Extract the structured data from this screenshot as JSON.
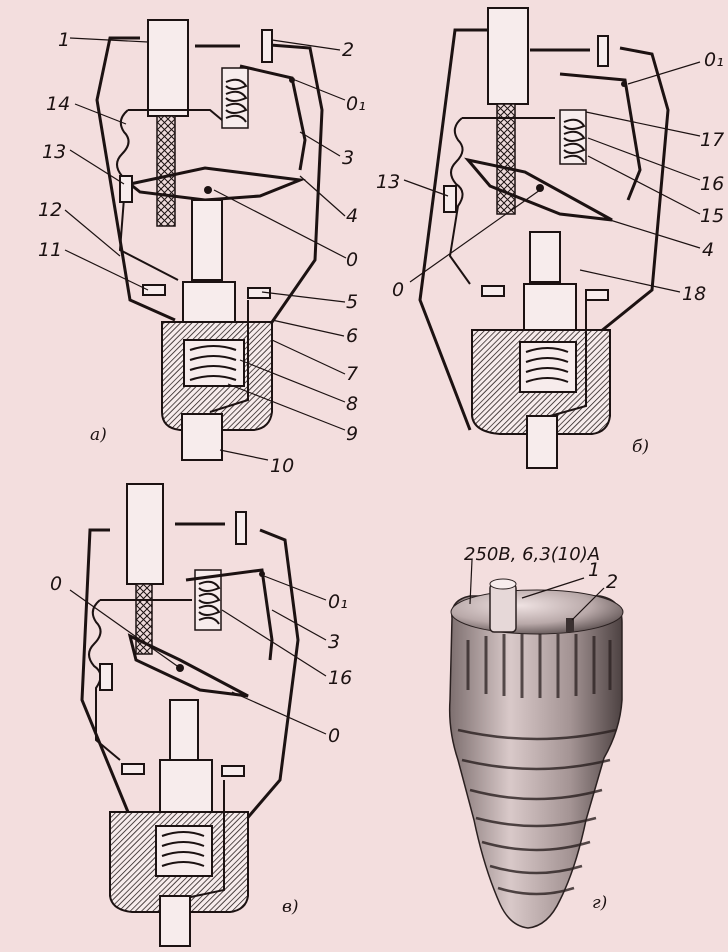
{
  "figures": {
    "a": {
      "caption": "а)",
      "labels": {
        "l1": "1",
        "l2": "2",
        "l14": "14",
        "l13": "13",
        "l12": "12",
        "l11": "11",
        "lO1": "0₁",
        "l3": "3",
        "l4": "4",
        "lO": "0",
        "l5": "5",
        "l6": "6",
        "l7": "7",
        "l8": "8",
        "l9": "9",
        "l10": "10"
      }
    },
    "b": {
      "caption": "б)",
      "labels": {
        "lO1": "0₁",
        "l17": "17",
        "l16": "16",
        "l15": "15",
        "l13": "13",
        "l4": "4",
        "lO": "0",
        "l18": "18"
      }
    },
    "v": {
      "caption": "в)",
      "labels": {
        "lO": "0",
        "lO1": "0₁",
        "l3": "3",
        "l16": "16",
        "lO2": "0"
      }
    },
    "g": {
      "caption": "г)",
      "rating": "250В, 6,3(10)А",
      "labels": {
        "l1": "1",
        "l2": "2"
      }
    }
  },
  "colors": {
    "paper": "#f3dede",
    "ink": "#1c1212"
  }
}
